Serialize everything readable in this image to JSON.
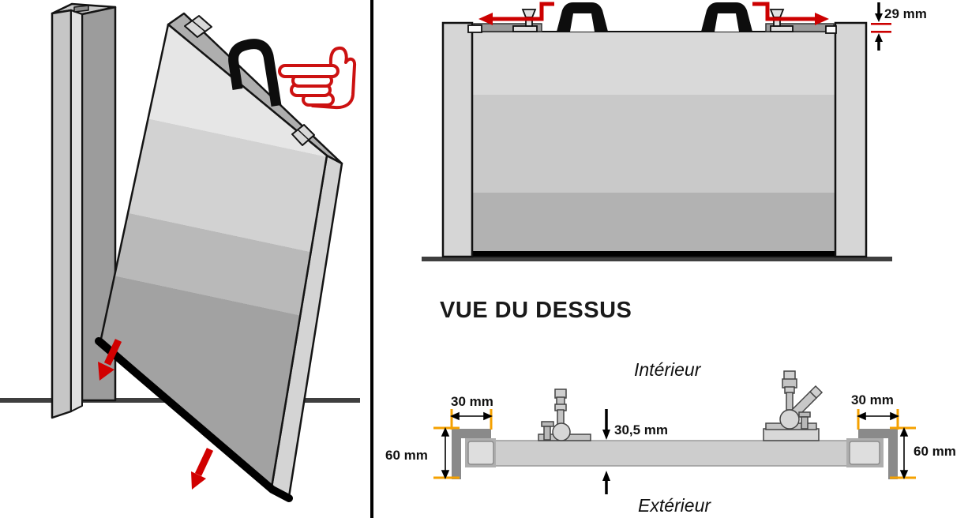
{
  "front_view": {
    "dim_gap": "29 mm"
  },
  "top_view": {
    "heading": "VUE DU DESSUS",
    "label_interior": "Intérieur",
    "label_exterior": "Extérieur",
    "dim_width_left": "30 mm",
    "dim_width_right": "30 mm",
    "dim_thickness": "30,5 mm",
    "dim_depth_left": "60 mm",
    "dim_depth_right": "60 mm"
  },
  "palette": {
    "red": "#cc0000",
    "orange": "#f5a100",
    "ink": "#111111",
    "ground": "#3f3f3f",
    "bracket": "#8a8a8a",
    "panel_band_light": "#d9d9d9",
    "panel_band_mid": "#c9c9c9",
    "panel_band_dark": "#b2b2b2"
  },
  "icons": [
    "pointing-hand-icon",
    "carry-handle-icon",
    "insert-direction-arrow-icon",
    "latch-slide-arrow-icon"
  ]
}
